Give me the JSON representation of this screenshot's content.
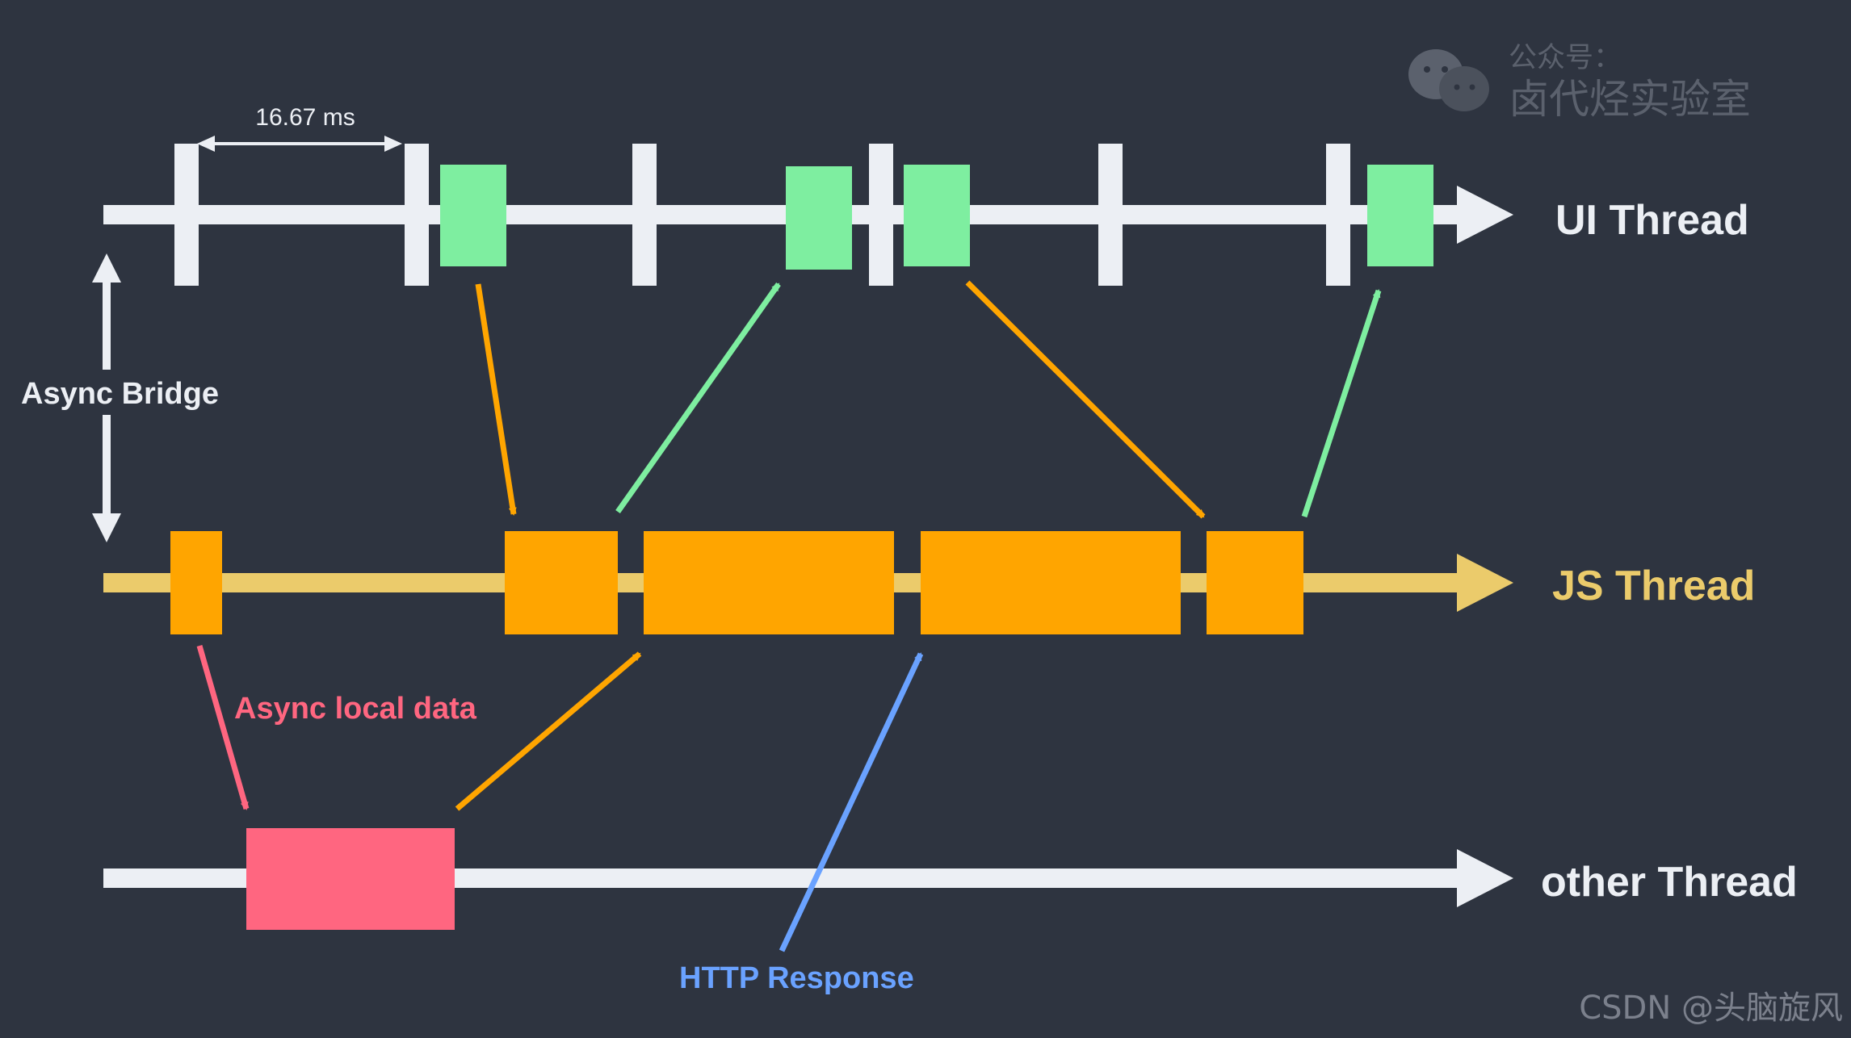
{
  "watermark": {
    "line1": "公众号：",
    "line2": "卤代烃实验室",
    "credit": "CSDN @头脑旋风"
  },
  "labels": {
    "interval": "16.67 ms",
    "async_bridge": "Async Bridge",
    "ui_thread": "UI Thread",
    "js_thread": "JS Thread",
    "other_thread": "other Thread",
    "async_local_data": "Async local data",
    "http_response": "HTTP Response"
  },
  "colors": {
    "background": "#2e3440",
    "timeline": "#eceff4",
    "js_timeline": "#ebcb6b",
    "ui_task": "#7eeea0",
    "js_task": "#ffa500",
    "other_task": "#ff6680",
    "async_data_arrow": "#ff6680",
    "http_arrow": "#6aa2ff",
    "watermark": "#5b616d"
  },
  "icons": {
    "wechat": "wechat-icon"
  }
}
